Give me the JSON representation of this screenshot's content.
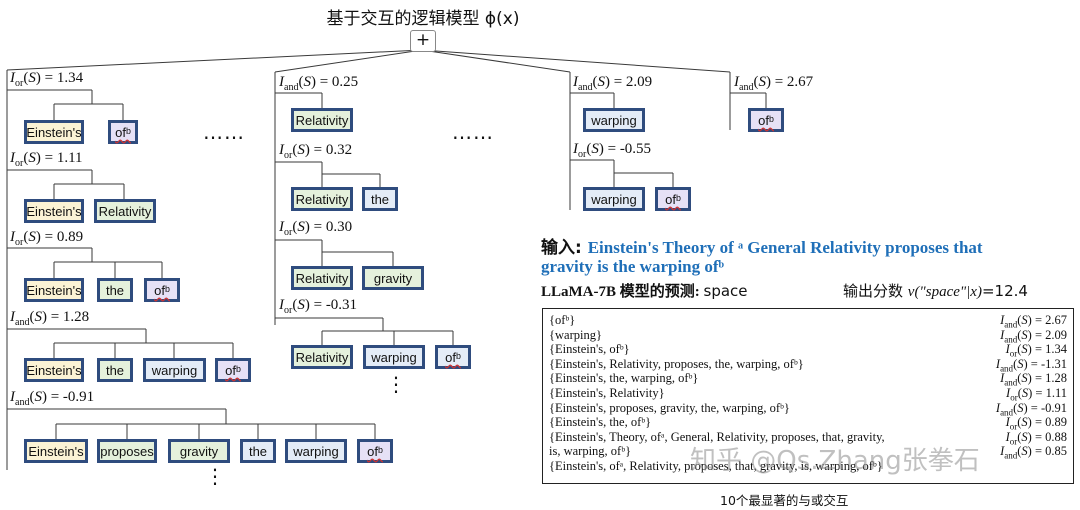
{
  "title": "基于交互的逻辑模型 ϕ(x)",
  "plus": "+",
  "dots_h": "……",
  "vdots": "⋮",
  "labels": {
    "c1_1": {
      "type": "or",
      "val": "1.34"
    },
    "c1_2": {
      "type": "or",
      "val": "1.11"
    },
    "c1_3": {
      "type": "or",
      "val": "0.89"
    },
    "c1_4": {
      "type": "and",
      "val": "1.28"
    },
    "c1_5": {
      "type": "and",
      "val": "-0.91"
    },
    "c2_1": {
      "type": "and",
      "val": "0.25"
    },
    "c2_2": {
      "type": "or",
      "val": "0.32"
    },
    "c2_3": {
      "type": "or",
      "val": "0.30"
    },
    "c2_4": {
      "type": "or",
      "val": "-0.31"
    },
    "c3_1": {
      "type": "and",
      "val": "2.09"
    },
    "c3_2": {
      "type": "or",
      "val": "-0.55"
    },
    "c4_1": {
      "type": "and",
      "val": "2.67"
    }
  },
  "words": {
    "einsteins": "Einstein's",
    "of": "ofᵇ",
    "relativity": "Relativity",
    "the": "the",
    "warping": "warping",
    "proposes": "proposes",
    "gravity": "gravity"
  },
  "input": {
    "prefix": "输入: ",
    "text_1": "Einstein's Theory of ᵃ General Relativity proposes that",
    "text_2": "gravity is the warping ofᵇ"
  },
  "prediction": {
    "model": "LLaMA-7B",
    "label": " 模型的预测: ",
    "value": "space"
  },
  "score": {
    "label": "输出分数 ",
    "expr": "v(\"space\"|x)",
    "value": "=12.4"
  },
  "table": [
    {
      "set": "{ofᵇ}",
      "type": "and",
      "val": "2.67"
    },
    {
      "set": "{warping}",
      "type": "and",
      "val": "2.09"
    },
    {
      "set": "{Einstein's, ofᵇ}",
      "type": "or",
      "val": "1.34"
    },
    {
      "set": "{Einstein's, Relativity, proposes, the, warping, ofᵇ}",
      "type": "and",
      "val": "-1.31"
    },
    {
      "set": "{Einstein's, the, warping, ofᵇ}",
      "type": "and",
      "val": "1.28"
    },
    {
      "set": "{Einstein's, Relativity}",
      "type": "or",
      "val": "1.11"
    },
    {
      "set": "{Einstein's, proposes, gravity, the, warping, ofᵇ}",
      "type": "and",
      "val": "-0.91"
    },
    {
      "set": "{Einstein's, the, ofᵇ}",
      "type": "or",
      "val": "0.89"
    },
    {
      "set": "{Einstein's, Theory, ofᵃ, General, Relativity, proposes, that, gravity,",
      "type": "or",
      "val": "0.88"
    },
    {
      "set": "is, warping, ofᵇ}",
      "type": "and",
      "val": "0.85"
    },
    {
      "set": "{Einstein's, ofᵃ, Relativity, proposes, that, gravity, is, warping, ofᵇ}",
      "type": "",
      "val": ""
    }
  ],
  "caption": "10个最显著的与或交互",
  "watermark": "知乎 @Qs.Zhang张拳石"
}
